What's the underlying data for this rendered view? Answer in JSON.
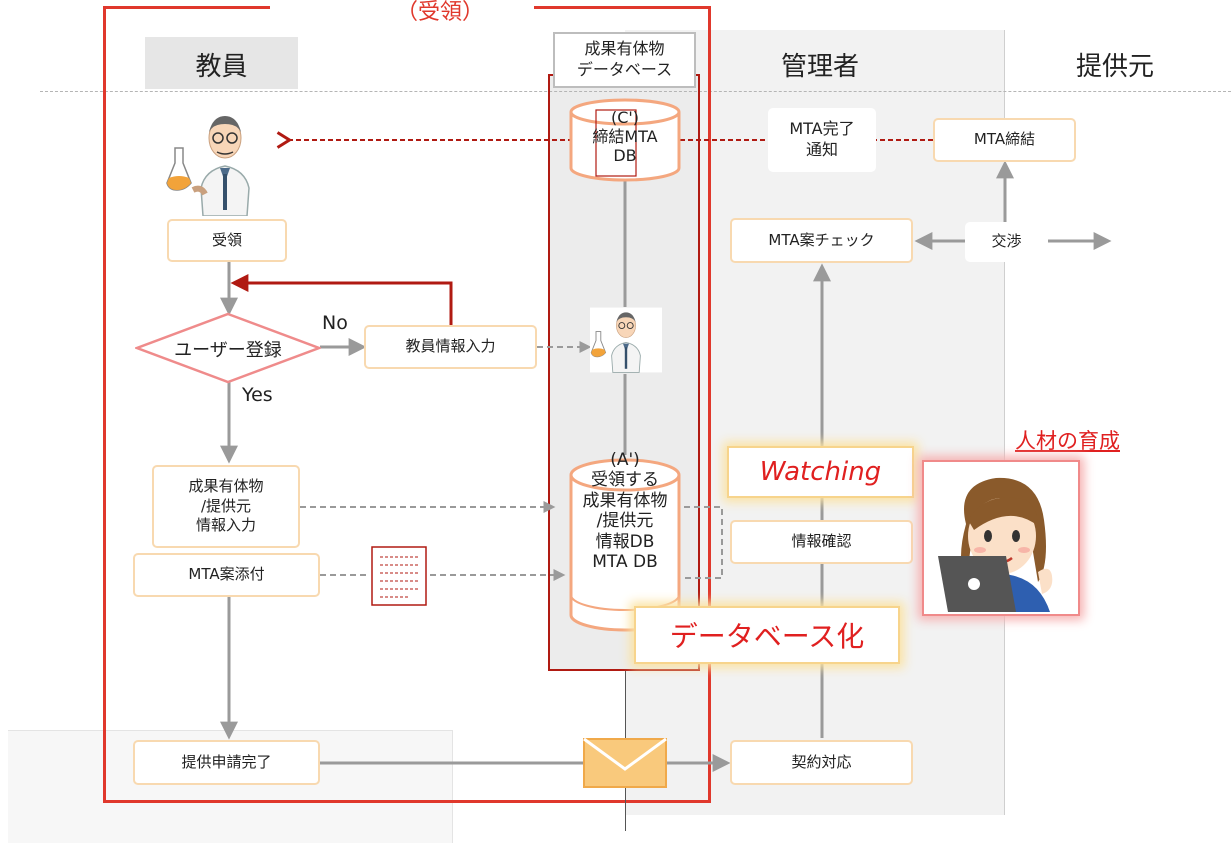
{
  "lanes": {
    "top_label": "（受領）",
    "teacher": "教員",
    "database": "成果有体物\nデータベース",
    "manager": "管理者",
    "provider": "提供元"
  },
  "teacher_flow": {
    "receive": "受領",
    "decision": "ユーザー登録",
    "no_label": "No",
    "yes_label": "Yes",
    "teacher_info_input": "教員情報入力",
    "material_info_input": "成果有体物\n/提供元\n情報入力",
    "mta_attach": "MTA案添付",
    "submit_complete": "提供申請完了"
  },
  "database_items": {
    "db_c": "(C')\n締結MTA\nDB",
    "db_a": "(A')\n受領する\n成果有体物\n/提供元\n情報DB\nMTA DB"
  },
  "manager_flow": {
    "mta_notice": "MTA完了\n通知",
    "mta_check": "MTA案チェック",
    "info_confirm": "情報確認",
    "contract": "契約対応"
  },
  "provider_flow": {
    "mta_conclude": "MTA締結",
    "negotiation": "交渉"
  },
  "highlights": {
    "watching": "Watching",
    "database_conversion": "データベース化",
    "talent": "人材の育成"
  },
  "colors": {
    "frame_red": "#e0382c",
    "dark_red": "#b01a12",
    "box_border": "#f8d9b0",
    "diamond_border": "#ef8b8b",
    "cylinder_border": "#f4a77f",
    "arrow_gray": "#9a9a9a",
    "highlight_red": "#e02020",
    "envelope": "#f9c97c"
  }
}
